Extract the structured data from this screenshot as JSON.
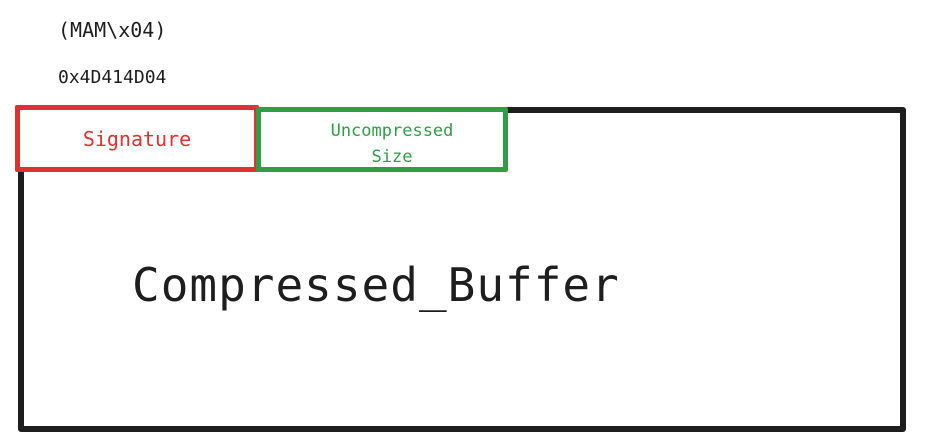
{
  "annotations": {
    "signature_ascii": "(MAM\\x04)",
    "signature_hex": "0x4D414D04"
  },
  "fields": {
    "signature": {
      "label": "Signature",
      "color": "#e03131"
    },
    "uncompressed_size": {
      "label": "Uncompressed\nSize",
      "color": "#2f9e44"
    }
  },
  "buffer": {
    "label": "Compressed_Buffer"
  }
}
